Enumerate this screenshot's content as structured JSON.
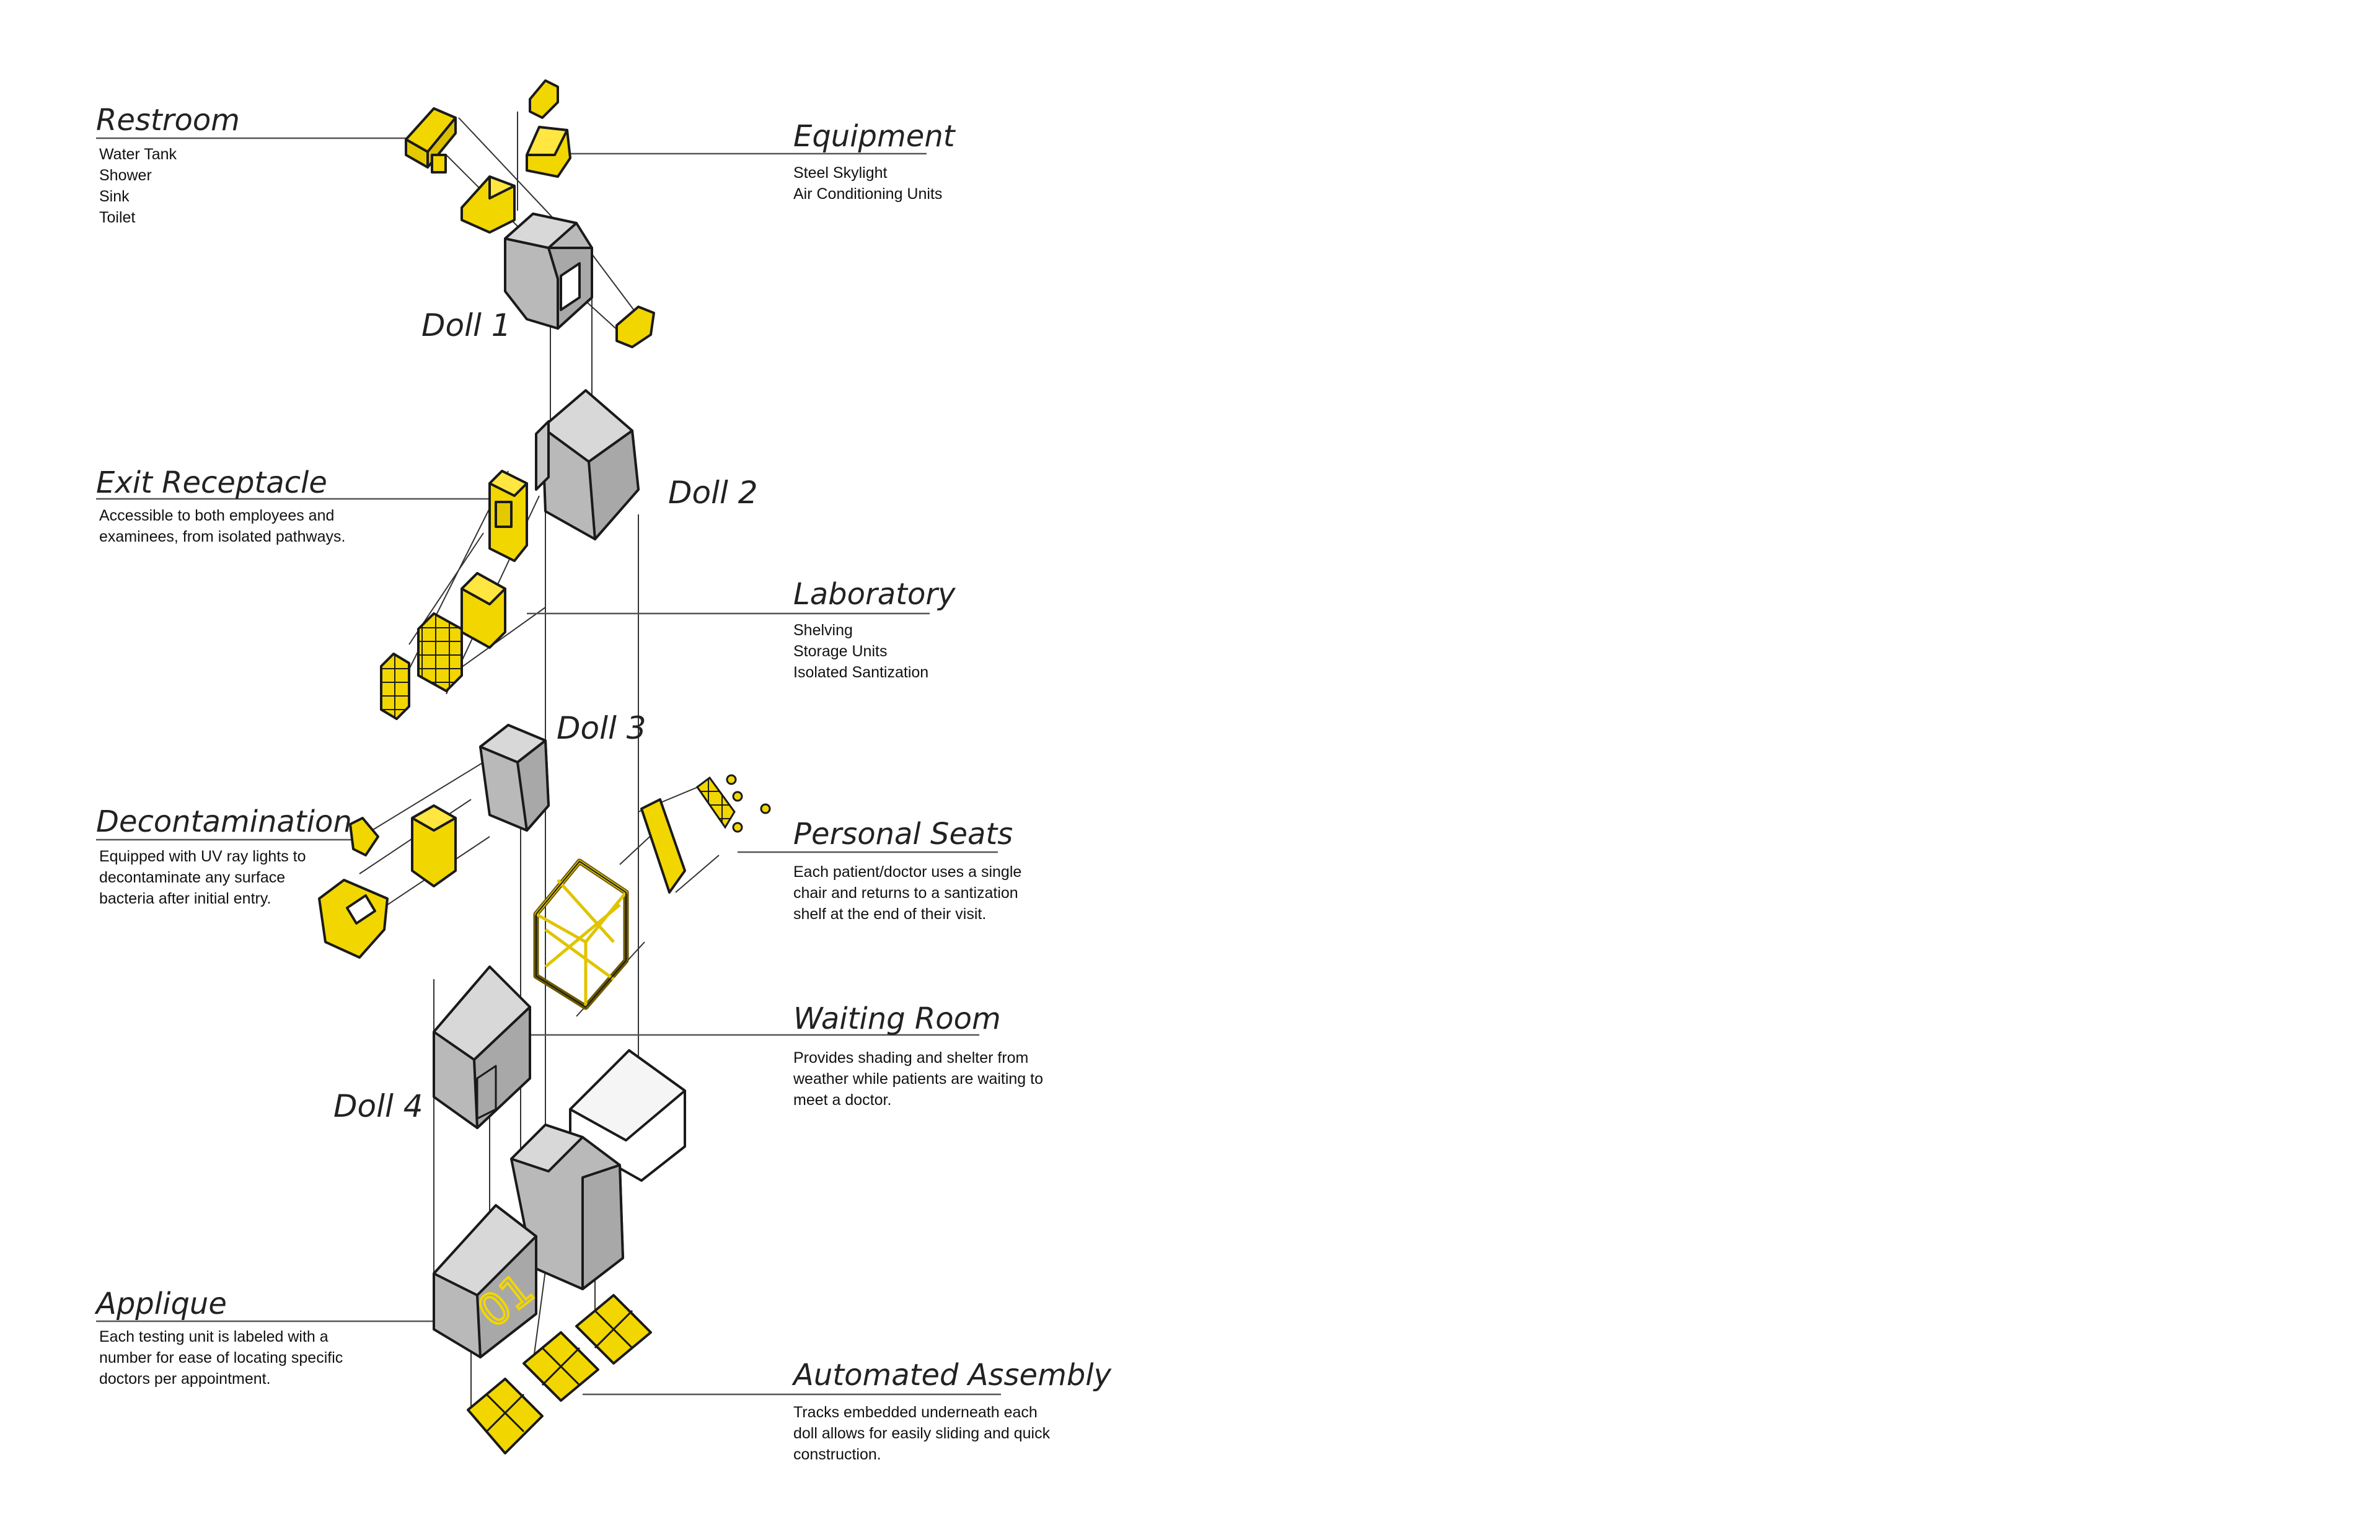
{
  "colors": {
    "accent": "#f2d600",
    "shell": "#b9b9b9",
    "shell_light": "#d8d8d8",
    "line": "#1a1a1a"
  },
  "dolls": {
    "d1": "Doll 1",
    "d2": "Doll 2",
    "d3": "Doll 3",
    "d4": "Doll 4"
  },
  "labels": {
    "restroom": {
      "title": "Restroom",
      "body": "Water Tank\nShower\nSink\nToilet"
    },
    "equipment": {
      "title": "Equipment",
      "body": "Steel Skylight\nAir Conditioning Units"
    },
    "exit": {
      "title": "Exit Receptacle",
      "body": "Accessible to both employees and\nexaminees, from isolated pathways."
    },
    "laboratory": {
      "title": "Laboratory",
      "body": "Shelving\nStorage Units\nIsolated Santization"
    },
    "decontamination": {
      "title": "Decontamination",
      "body": "Equipped with UV ray lights to\ndecontaminate any surface\nbacteria after initial entry."
    },
    "seats": {
      "title": "Personal Seats",
      "body": "Each patient/doctor uses a single\nchair and returns to a santization\nshelf at the end of their visit."
    },
    "waiting": {
      "title": "Waiting Room",
      "body": "Provides shading and shelter from\nweather while patients are waiting to\nmeet a doctor."
    },
    "applique": {
      "title": "Applique",
      "body": "Each testing unit is labeled with a\nnumber for ease of locating specific\ndoctors per appointment."
    },
    "assembly": {
      "title": "Automated Assembly",
      "body": "Tracks embedded underneath each\ndoll allows for easily sliding and quick\nconstruction."
    }
  },
  "applique_number": "01"
}
